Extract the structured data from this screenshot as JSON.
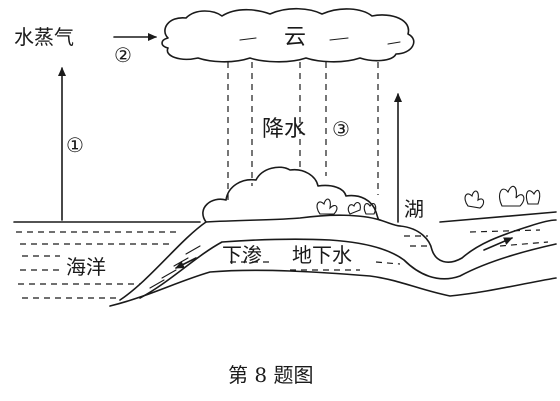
{
  "labels": {
    "water_vapor": "水蒸气",
    "cloud": "云",
    "precipitation": "降水",
    "lake": "湖",
    "ocean": "海洋",
    "infiltration": "下渗",
    "groundwater": "地下水",
    "step1": "①",
    "step2": "②",
    "step3": "③"
  },
  "caption": "第 8 题图"
}
